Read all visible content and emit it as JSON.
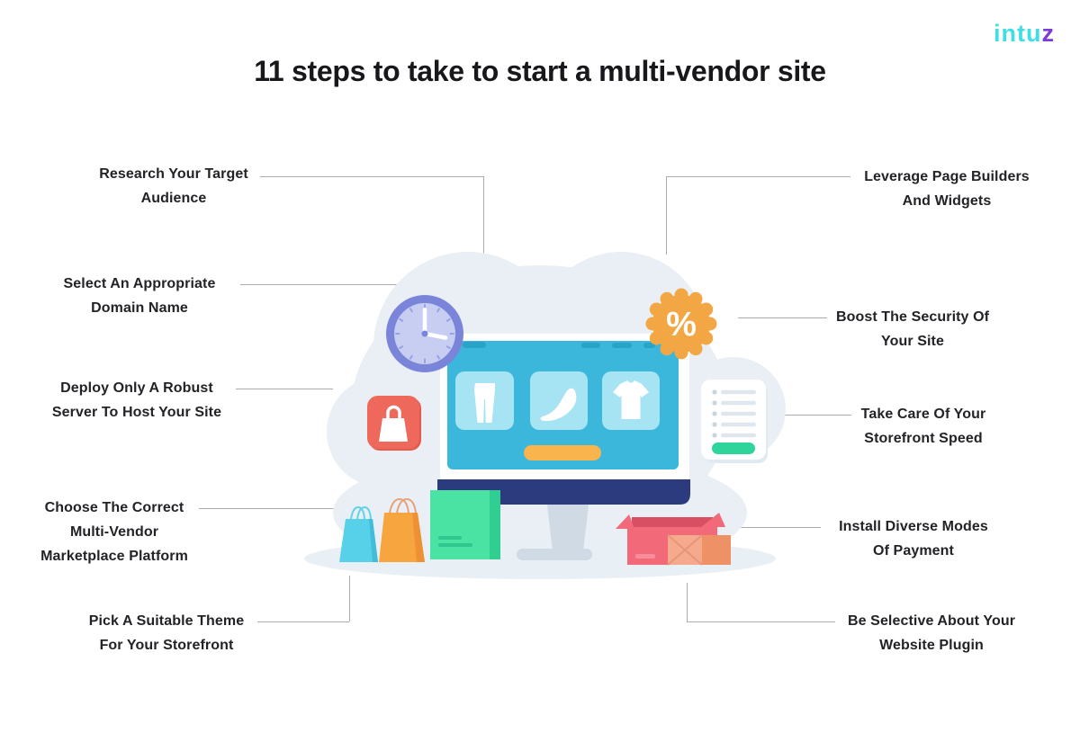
{
  "logo": {
    "main": "intu",
    "accent": "z"
  },
  "title": "11 steps to take to start a multi-vendor site",
  "steps": {
    "left": [
      {
        "id": "research-target-audience",
        "lines": [
          "Research Your Target",
          "Audience"
        ]
      },
      {
        "id": "select-domain-name",
        "lines": [
          "Select An Appropriate",
          "Domain Name"
        ]
      },
      {
        "id": "deploy-robust-server",
        "lines": [
          "Deploy Only A Robust",
          "Server To Host Your Site"
        ]
      },
      {
        "id": "choose-marketplace-platform",
        "lines": [
          "Choose The Correct",
          "Multi-Vendor",
          "Marketplace Platform"
        ]
      },
      {
        "id": "pick-suitable-theme",
        "lines": [
          "Pick A Suitable Theme",
          "For Your Storefront"
        ]
      }
    ],
    "right": [
      {
        "id": "leverage-page-builders",
        "lines": [
          "Leverage Page Builders",
          "And Widgets"
        ]
      },
      {
        "id": "boost-site-security",
        "lines": [
          "Boost The Security Of",
          "Your Site"
        ]
      },
      {
        "id": "storefront-speed",
        "lines": [
          "Take Care Of Your",
          "Storefront Speed"
        ]
      },
      {
        "id": "diverse-payment-modes",
        "lines": [
          "Install Diverse Modes",
          "Of Payment"
        ]
      },
      {
        "id": "selective-website-plugin",
        "lines": [
          "Be Selective About Your",
          "Website Plugin"
        ]
      }
    ]
  },
  "illustration": {
    "percent_symbol": "%",
    "icons": [
      "clock-icon",
      "discount-badge-icon",
      "shopping-bag-app-icon",
      "checklist-icon",
      "pants-icon",
      "shoe-icon",
      "tshirt-icon",
      "shopping-bags-icon",
      "parcel-boxes-icon",
      "monitor-storefront-icon"
    ]
  },
  "colors": {
    "logo_cyan": "#3EDFE2",
    "logo_purple": "#7B3BD6",
    "title_text": "#17171C",
    "label_text": "#232327",
    "connector_line": "#A8ACB1",
    "cloud": "#E9EFF4",
    "ground": "#E9F0F5",
    "screen_teal": "#3CB7DC",
    "screen_card": "#A6E3F3",
    "screen_button_orange": "#F9B44D",
    "monitor_navy": "#2B3B7E",
    "clock_ring": "#7A84D9",
    "clock_face": "#C7CEF2",
    "badge_orange": "#F2A744",
    "bag_app_red": "#EE685C",
    "checklist_green": "#2FD49B",
    "green_box": "#4BE3A4",
    "cyan_bag": "#57D0E9",
    "orange_bag": "#F6A53F",
    "pink_box": "#F2697A",
    "salmon_box": "#F5AA8D"
  }
}
